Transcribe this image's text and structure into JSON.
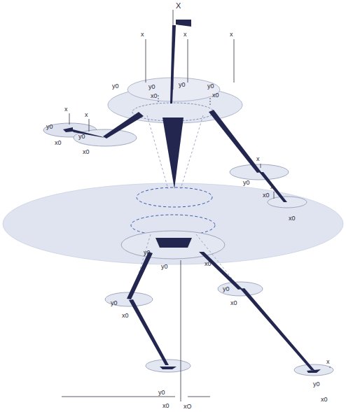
{
  "diagram": {
    "labels": [
      "X",
      "x",
      "x",
      "x",
      "x",
      "x",
      "y0",
      "y0",
      "x0",
      "x0",
      "y0",
      "y0",
      "y0",
      "x0",
      "y0",
      "x0",
      "x",
      "x",
      "y0",
      "x0",
      "x0",
      "y0",
      "y0",
      "x0",
      "y0",
      "x0",
      "y0",
      "x0",
      "x",
      "y0",
      "x0",
      "y0",
      "x0",
      "xO"
    ]
  }
}
